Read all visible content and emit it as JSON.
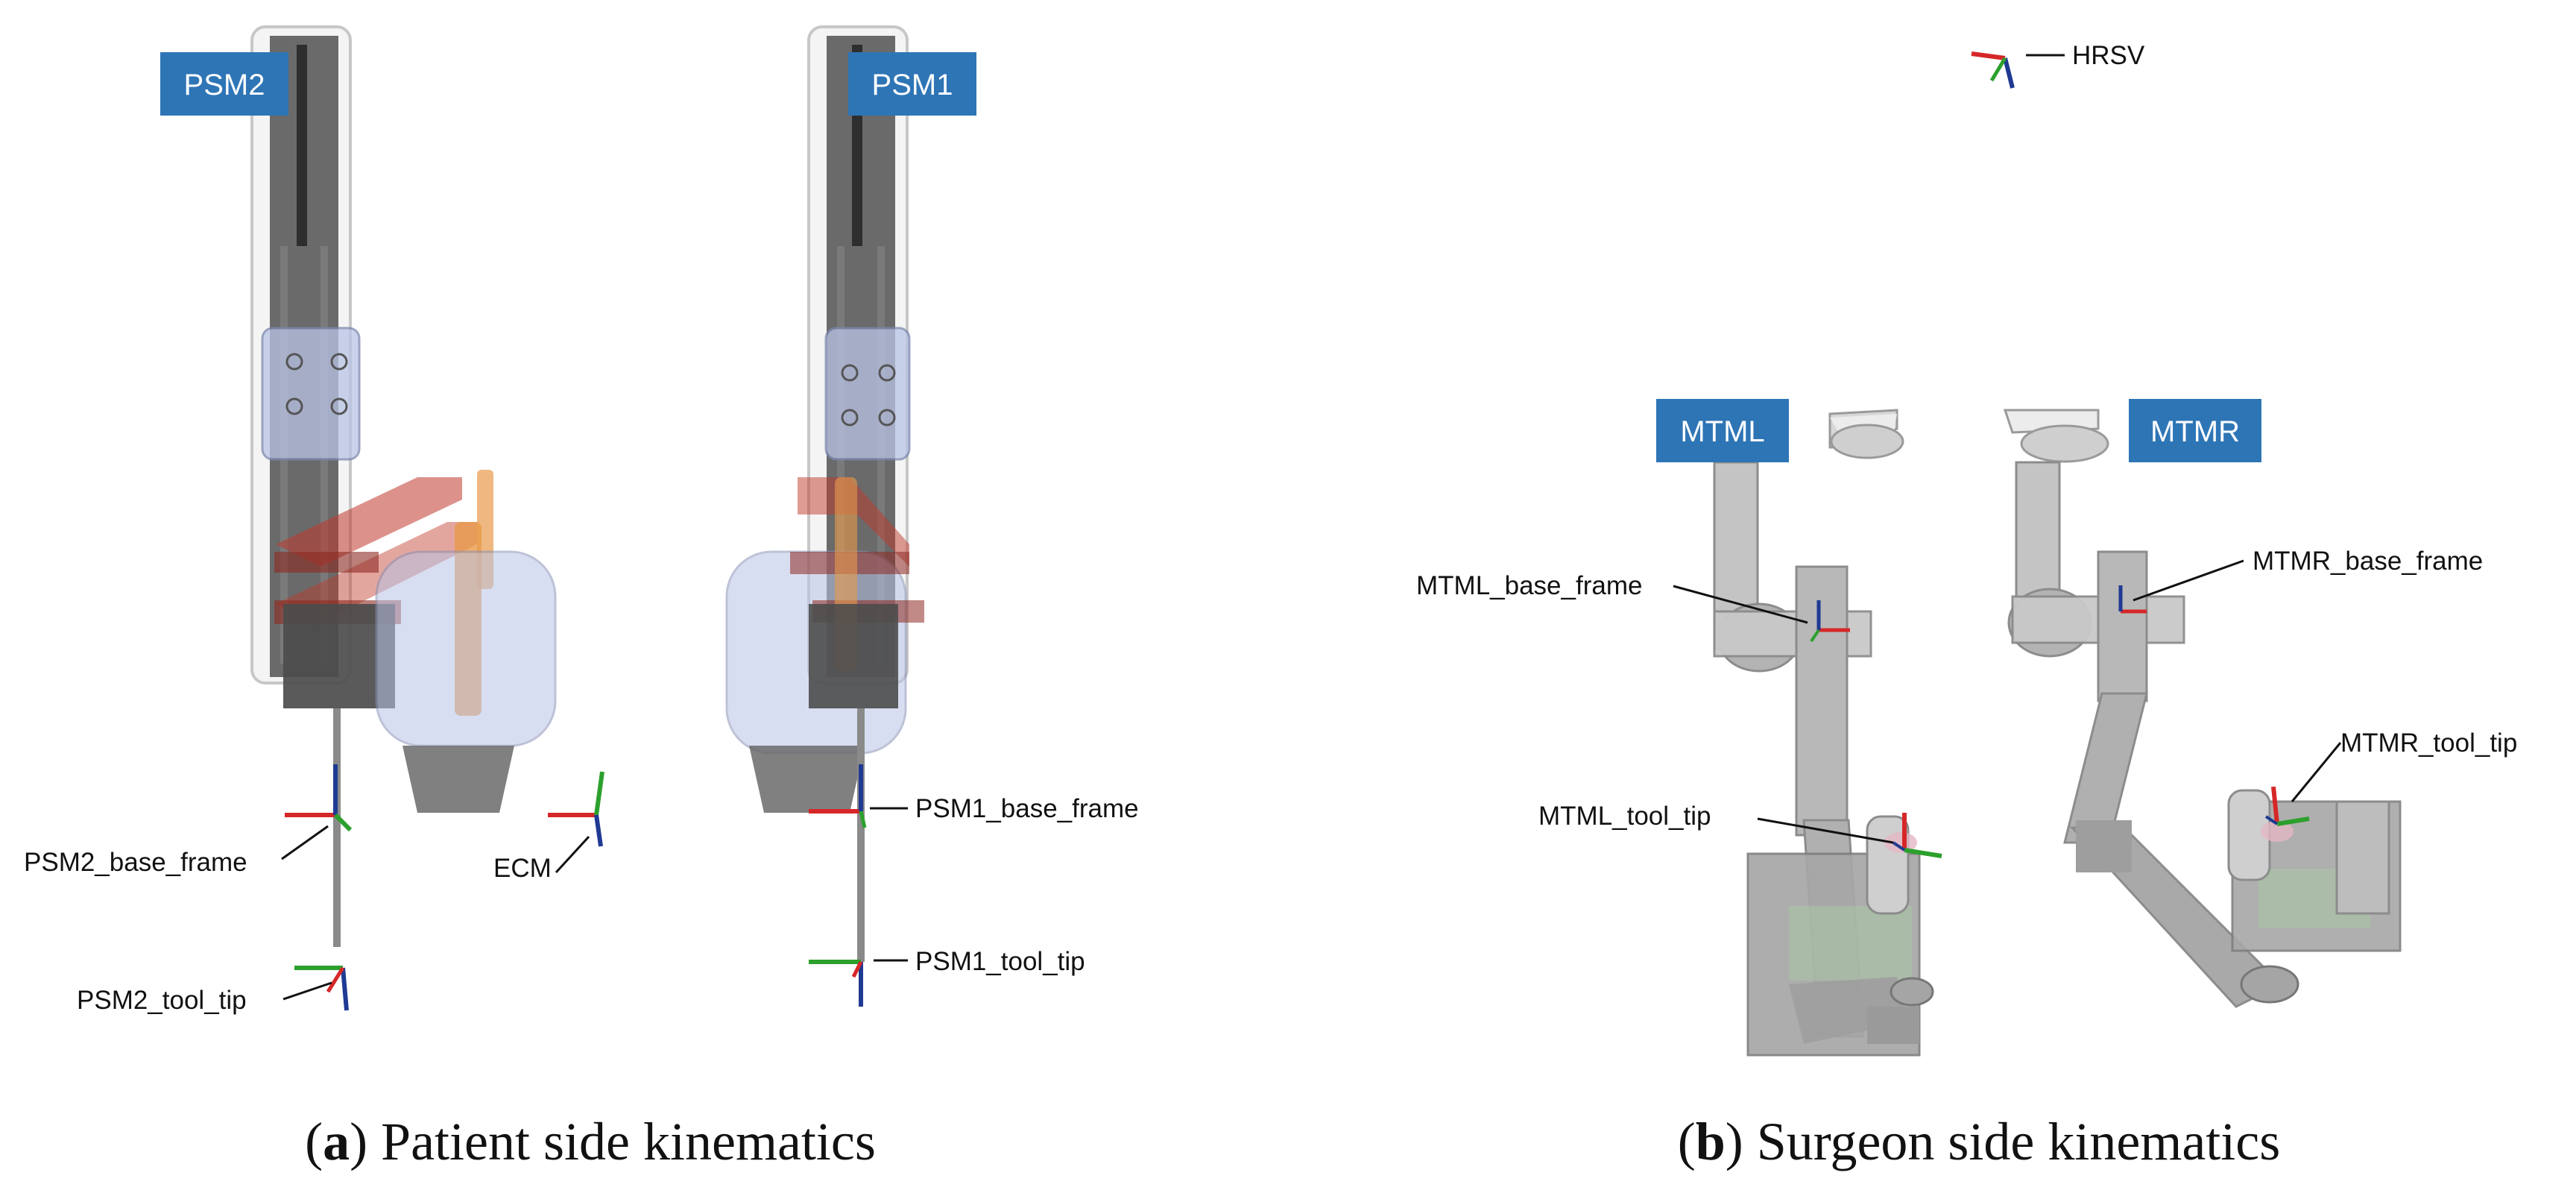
{
  "panel_a": {
    "robot_tags": {
      "psm2": "PSM2",
      "psm1": "PSM1"
    },
    "frames": {
      "psm2_base_frame": "PSM2_base_frame",
      "psm2_tool_tip": "PSM2_tool_tip",
      "ecm": "ECM",
      "psm1_base_frame": "PSM1_base_frame",
      "psm1_tool_tip": "PSM1_tool_tip"
    },
    "caption": {
      "letter": "a",
      "text": "Patient side kinematics"
    }
  },
  "panel_b": {
    "robot_tags": {
      "mtml": "MTML",
      "mtmr": "MTMR"
    },
    "frames": {
      "hrsv": "HRSV",
      "mtml_base_frame": "MTML_base_frame",
      "mtml_tool_tip": "MTML_tool_tip",
      "mtmr_base_frame": "MTMR_base_frame",
      "mtmr_tool_tip": "MTMR_tool_tip"
    },
    "caption": {
      "letter": "b",
      "text": "Surgeon side kinematics"
    }
  },
  "colors": {
    "tag_fill": "#2e75b6",
    "axis_x": "#d62728",
    "axis_y": "#2ca02c",
    "axis_z": "#1f3a93",
    "link_gray": "#b8b8b8",
    "link_dark": "#5e5e5e",
    "bracket_red": "#c0392b",
    "orange_part": "#e89a4a",
    "glass_blue": "#b9c4e6"
  }
}
